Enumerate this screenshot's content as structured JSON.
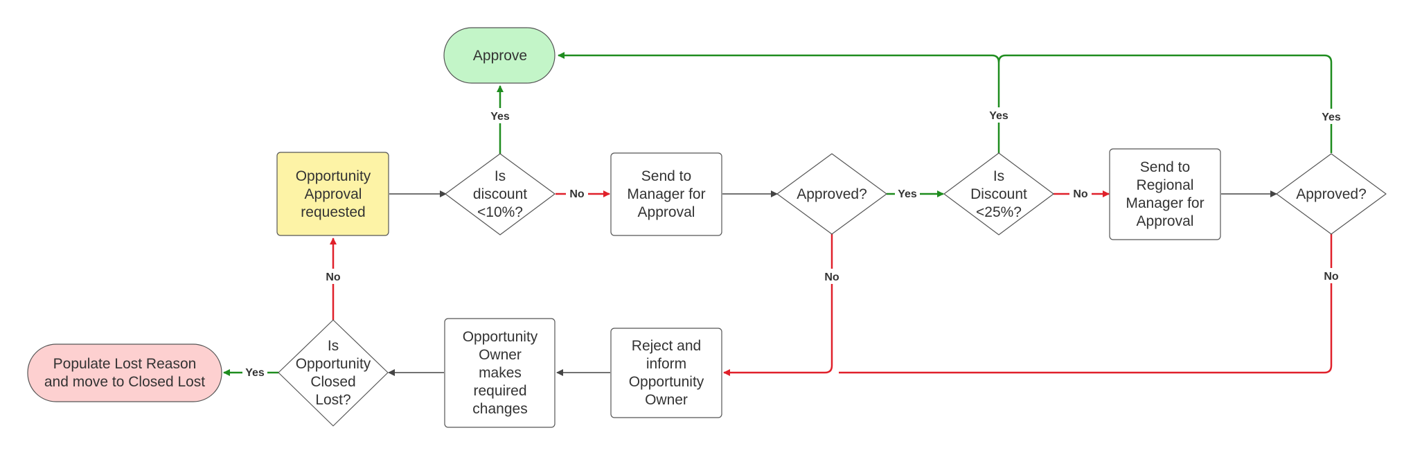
{
  "colors": {
    "yes": "#1e8c1e",
    "no": "#e0202a",
    "neutral": "#444444",
    "approve_fill": "#c3f5c8",
    "start_fill": "#fdf3a6",
    "lost_fill": "#fdd0d0",
    "box_fill": "#ffffff",
    "stroke": "#555555"
  },
  "nodes": {
    "approve": {
      "lines": [
        "Approve"
      ]
    },
    "opportunity_approval_requested": {
      "lines": [
        "Opportunity",
        "Approval",
        "requested"
      ]
    },
    "is_discount_10": {
      "lines": [
        "Is",
        "discount",
        "<10%?"
      ]
    },
    "send_to_manager": {
      "lines": [
        "Send to",
        "Manager for",
        "Approval"
      ]
    },
    "approved_1": {
      "lines": [
        "Approved?"
      ]
    },
    "is_discount_25": {
      "lines": [
        "Is",
        "Discount",
        "<25%?"
      ]
    },
    "send_to_regional_manager": {
      "lines": [
        "Send to",
        "Regional",
        "Manager for",
        "Approval"
      ]
    },
    "approved_2": {
      "lines": [
        "Approved?"
      ]
    },
    "reject_and_inform": {
      "lines": [
        "Reject and",
        "inform",
        "Opportunity",
        "Owner"
      ]
    },
    "owner_makes_changes": {
      "lines": [
        "Opportunity",
        "Owner",
        "makes",
        "required",
        "changes"
      ]
    },
    "is_closed_lost": {
      "lines": [
        "Is",
        "Opportunity",
        "Closed",
        "Lost?"
      ]
    },
    "populate_lost_reason": {
      "lines": [
        "Populate Lost Reason",
        "and move to Closed Lost"
      ]
    }
  },
  "edge_labels": {
    "yes": "Yes",
    "no": "No"
  }
}
